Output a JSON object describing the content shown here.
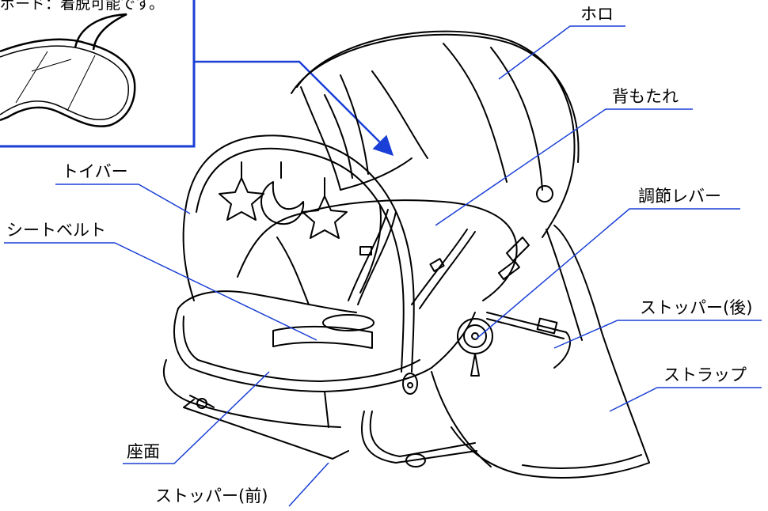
{
  "inset": {
    "caption": "ボード：着脱可能です。"
  },
  "labels": {
    "horo": "ホロ",
    "backrest": "背もたれ",
    "toy_bar": "トイバー",
    "seat_belt": "シートベルト",
    "adjust_lever": "調節レバー",
    "stopper_rear": "ストッパー(後)",
    "strap": "ストラップ",
    "seat": "座面",
    "stopper_front": "ストッパー(前)"
  },
  "colors": {
    "leader_line": "#1a3fd6",
    "arrow": "#1a3fd6",
    "ink": "#000000"
  }
}
